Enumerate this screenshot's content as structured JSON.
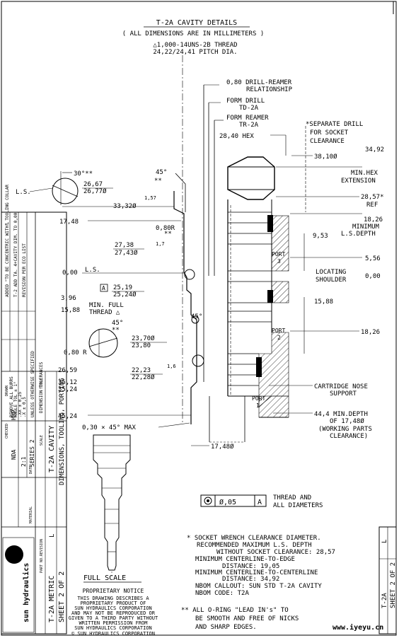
{
  "header": {
    "title": "T-2A CAVITY DETAILS",
    "subtitle": "( ALL DIMENSIONS ARE IN MILLIMETERS )",
    "thread": "△1,000-14UNS-2B THREAD",
    "pitch": "24,22/24,41 PITCH DIA."
  },
  "callouts_right": {
    "drill_reamer": "0,80 DRILL-REAMER",
    "relationship": "RELATIONSHIP",
    "form_drill": "FORM DRILL",
    "td2a": "TD-2A",
    "form_reamer": "FORM REAMER",
    "tr2a": "TR-2A",
    "hex": "28,40 HEX",
    "sep_drill_1": "*SEPARATE DRILL",
    "sep_drill_2": "FOR SOCKET",
    "sep_drill_3": "CLEARANCE",
    "dim_38_10": "38,10Ø",
    "dim_34_92": "34,92",
    "min_hex": "MIN.HEX",
    "extension": "EXTENSION",
    "dim_28_57": "28,57*",
    "ref": "REF",
    "dim_18_26_top": "18,26",
    "minimum": "MINIMUM",
    "lsdepth": "L.S.DEPTH",
    "dim_9_53": "9,53",
    "port3_a": "PORT",
    "port3_b": "3",
    "dim_5_56": "5,56",
    "locating": "LOCATING",
    "shoulder": "SHOULDER",
    "dim_0_00_right": "0,00",
    "dim_15_88": "15,88",
    "port2_a": "PORT",
    "port2_b": "2",
    "dim_18_26_mid": "18,26",
    "nose_1": "CARTRIDGE NOSE",
    "nose_2": "SUPPORT",
    "port1_a": "PORT",
    "port1_b": "1",
    "depth_1": "44,4 MIN.DEPTH",
    "depth_2": "OF 17,48Ø",
    "depth_3": "(WORKING PARTS",
    "depth_4": "CLEARANCE)",
    "dim_17_48_bottom": "17,48Ø"
  },
  "callouts_left": {
    "angle30": "30°**",
    "ls": "L.S.",
    "dia_26_67": "26,67",
    "dia_26_77": "26,77Ø",
    "angle45_top": "45°",
    "stars_top": "**",
    "fin_157_top": "1,57",
    "dia_33_32": "33,32Ø",
    "dim_17_48": "17,48",
    "r080": "0,80R",
    "stars_r": "**",
    "dia_27_38": "27,38",
    "dia_27_43": "27,43Ø",
    "fin_1_7": "1,7",
    "dim_0_00": "0,00",
    "ls2": "L.S.",
    "datum_a": "A",
    "dia_25_19": "25,19",
    "dia_25_24": "25,24Ø",
    "dim_3_96": "3,96",
    "dim_15_88": "15,88",
    "min_full": "MIN. FULL",
    "thread_d": "THREAD △",
    "angle45_mid": "45°",
    "angle45_b": "45°",
    "stars_mid": "**",
    "dia_23_70": "23,70Ø",
    "dia_23_80": "23,80",
    "r080_b": "0,80 R",
    "dim_26_59": "26,59",
    "dia_22_23": "22,23",
    "dia_22_28": "22,28Ø",
    "fin_1_6": "1,6",
    "dim_35_12": "35,12",
    "dim_35_24": "35,24",
    "dim_45_24": "45,24",
    "chamfer": "0,30 × 45° MAX"
  },
  "tolerance": {
    "value": "Ø,05",
    "datum": "A",
    "note_1": "THREAD AND",
    "note_2": "ALL DIAMETERS"
  },
  "full_scale": "FULL SCALE",
  "proprietary": [
    "PROPRIETARY NOTICE",
    "THIS DRAWING DESCRIBES A",
    "PROPRIETARY PRODUCT OF",
    "SUN HYDRAULICS CORPORATION",
    "AND MAY NOT BE REPRODUCED OR",
    "GIVEN TO A THIRD PARTY WITHOUT",
    "WRITTEN PERMISSION FROM",
    "SUN HYDRAULICS CORPORATION",
    "© SUN HYDRAULICS CORPORATION"
  ],
  "notes": [
    "* SOCKET WRENCH CLEARANCE DIAMETER.",
    "RECOMMENDED MAXIMUM L.S. DEPTH",
    "WITHOUT SOCKET CLEARANCE: 28,57",
    "MINIMUM CENTERLINE-TO-EDGE",
    "DISTANCE: 19,05",
    "MINIMUM CENTERLINE-TO-CENTERLINE",
    "DISTANCE: 34,92",
    "NBOM CALLOUT: SUN STD T-2A CAVITY",
    "NBOM CODE:     T2A"
  ],
  "oring_note": [
    "** ALL O-RING \"LEAD IN's\" TO",
    "BE SMOOTH AND FREE OF NICKS",
    "AND SHARP EDGES."
  ],
  "titleblock": {
    "title": "T-2A CAVITY",
    "subtitle": "DIMENSIONS, TOOLING, PORTING",
    "sheet": "SHEET 2 OF 2",
    "part_no": "T-2A METRIC",
    "revision": "L",
    "scale": "2:1",
    "series": "SERIES 2",
    "company": "sun hydraulics",
    "drawn": "HHP",
    "checked": "NDA",
    "rev_label": "REVISION",
    "part_label": "PART NO.",
    "scale_label": "SCALE",
    "title_label": "TITLE",
    "rev_note_1": "ADDED \"TO BE CONCENTRIC WITH\" TOOLING COLLAR",
    "rev_note_2": "T-2 ADD TA. 4+CAVITY DIM. TO 0,00",
    "rev_note_3": "REVISION PER ECO LIST",
    "tol_1": "DIMENSION TOLERANCES",
    "tol_2": "UNLESS OTHERWISE SPECIFIED",
    "tol_3": ".X  ± 0,5",
    "tol_4": ".XX ± 0,25",
    "tol_5": "ANGLE TOL ± 1°",
    "tol_6": "REMOVE ALL BURRS",
    "drawn_label": "DRAWN",
    "checked_label": "CHECKED",
    "date_label": "DATE",
    "material_label": "MATERIAL",
    "rev_l": "L",
    "sheet_right": "SHEET 2 OF 2",
    "part_right": "T-2A",
    "rev_right": "L"
  },
  "watermark": "www.iyeyu.cn"
}
